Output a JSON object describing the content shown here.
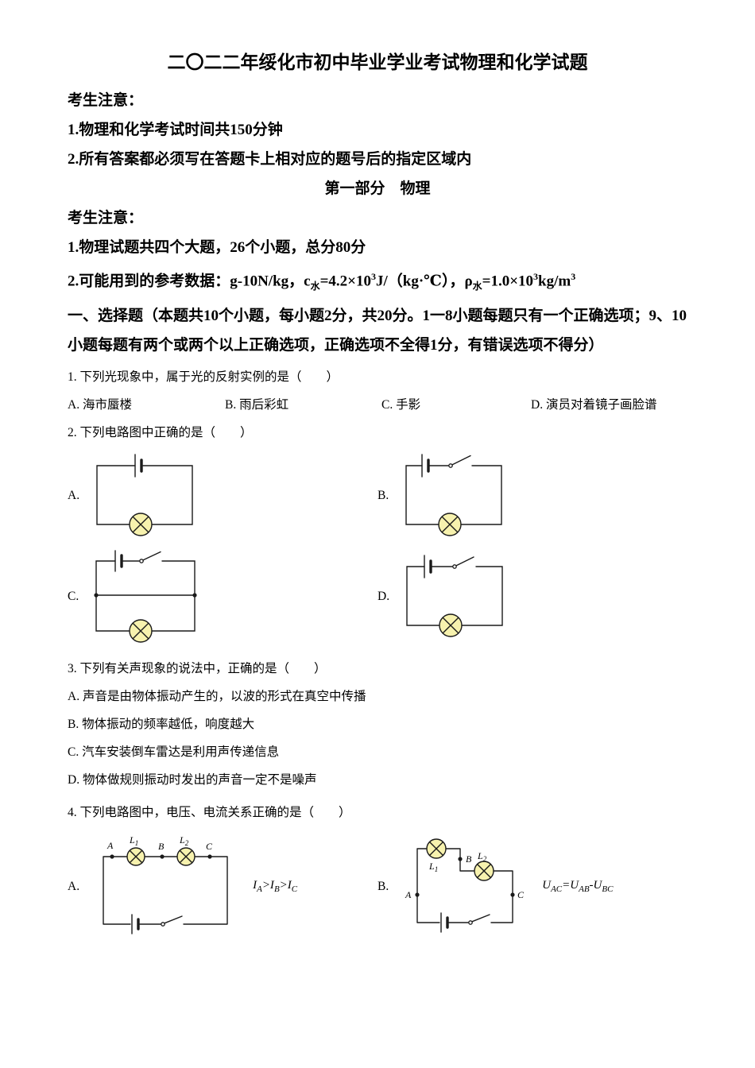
{
  "page": {
    "title": "二〇二二年绥化市初中毕业学业考试物理和化学试题"
  },
  "notice1": {
    "heading": "考生注意：",
    "item1": "1.物理和化学考试时间共150分钟",
    "item2": "2.所有答案都必须写在答题卡上相对应的题号后的指定区域内"
  },
  "part1": {
    "heading": "第一部分　物理"
  },
  "notice2": {
    "heading": "考生注意：",
    "item1": "1.物理试题共四个大题，26个小题，总分80分",
    "item2": {
      "p1": "2.可能用到的参考数据：g-10N/kg，c",
      "sub1": "水",
      "p2": "=4.2×10",
      "sup1": "3",
      "p3": "J/（kg·℃），ρ",
      "sub2": "水",
      "p4": "=1.0×10",
      "sup2": "3",
      "p5": "kg/m",
      "sup3": "3"
    }
  },
  "section1": {
    "heading": "一、选择题（本题共10个小题，每小题2分，共20分。1一8小题每题只有一个正确选项；9、10小题每题有两个或两个以上正确选项，正确选项不全得1分，有错误选项不得分）"
  },
  "q1": {
    "stem": "1. 下列光现象中，属于光的反射实例的是（　　）",
    "optionA": "A. 海市蜃楼",
    "optionB": "B. 雨后彩虹",
    "optionC": "C. 手影",
    "optionD": "D. 演员对着镜子画脸谱"
  },
  "q2": {
    "stem": "2. 下列电路图中正确的是（　　）",
    "labelA": "A.",
    "labelB": "B.",
    "labelC": "C.",
    "labelD": "D."
  },
  "q3": {
    "stem": "3. 下列有关声现象的说法中，正确的是（　　）",
    "optionA": "A. 声音是由物体振动产生的，以波的形式在真空中传播",
    "optionB": "B. 物体振动的频率越低，响度越大",
    "optionC": "C. 汽车安装倒车雷达是利用声传递信息",
    "optionD": "D. 物体做规则振动时发出的声音一定不是噪声"
  },
  "q4": {
    "stem": "4. 下列电路图中，电压、电流关系正确的是（　　）",
    "labelA": "A.",
    "labelB": "B.",
    "diagramA": {
      "pointA": "A",
      "pointB": "B",
      "pointC": "C",
      "lamp1": "L",
      "lamp1sub": "1",
      "lamp2": "L",
      "lamp2sub": "2"
    },
    "diagramB": {
      "pointA": "A",
      "pointB": "B",
      "pointC": "C",
      "lamp1": "L",
      "lamp1sub": "1",
      "lamp2": "L",
      "lamp2sub": "2"
    },
    "formulaA": {
      "p1": "I",
      "s1": "A",
      "p2": ">I",
      "s2": "B",
      "p3": ">I",
      "s3": "C"
    },
    "formulaB": {
      "p1": "U",
      "s1": "AC",
      "p2": "=U",
      "s2": "AB",
      "p3": "-U",
      "s3": "BC"
    }
  },
  "colors": {
    "lamp_fill": "#f7f2ae",
    "line": "#1a1a1a"
  }
}
